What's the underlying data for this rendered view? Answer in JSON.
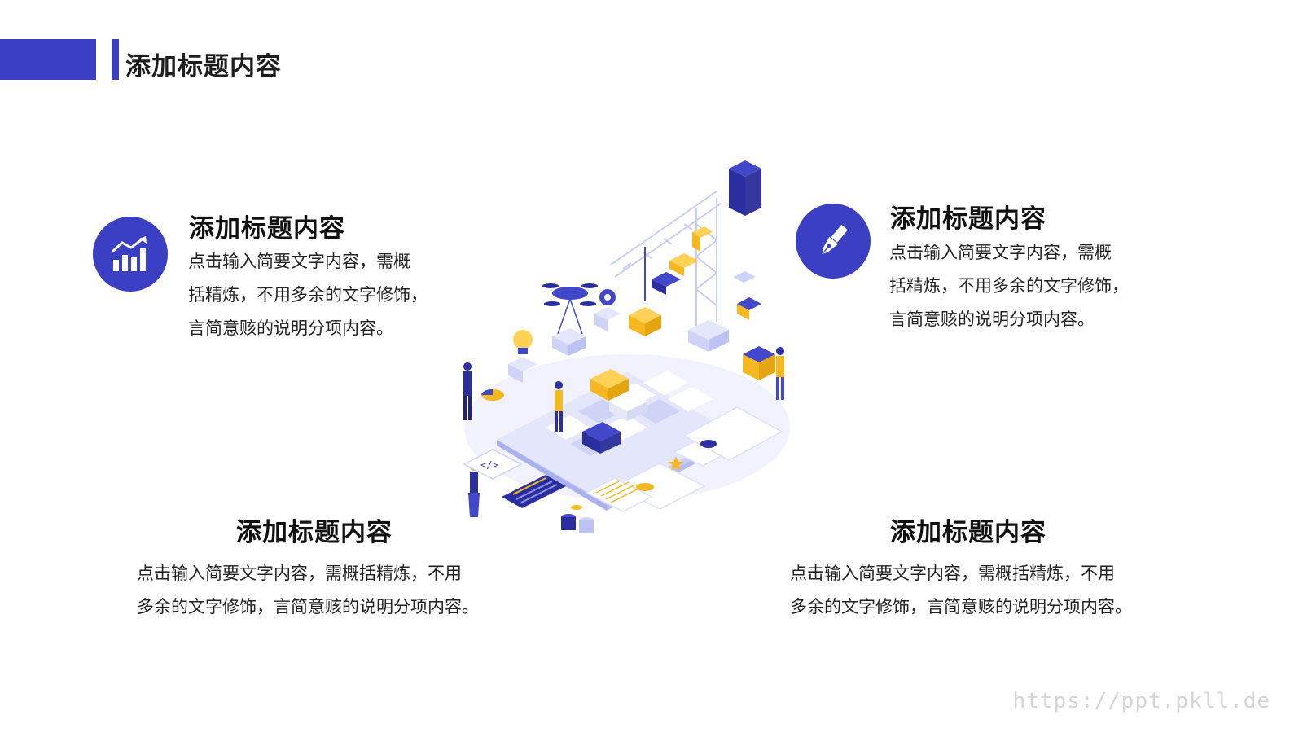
{
  "header": {
    "title": "添加标题内容"
  },
  "blocks": [
    {
      "title": "添加标题内容",
      "lines": [
        "点击输入简要文字内容，需概",
        "括精炼，不用多余的文字修饰，",
        "言简意赅的说明分项内容。"
      ],
      "icon": "bar-chart-trend-icon"
    },
    {
      "title": "添加标题内容",
      "lines": [
        "点击输入简要文字内容，需概",
        "括精炼，不用多余的文字修饰，",
        "言简意赅的说明分项内容。"
      ],
      "icon": "pen-nib-icon"
    },
    {
      "title": "添加标题内容",
      "lines": [
        "点击输入简要文字内容，需概括精炼，不用",
        "多余的文字修饰，言简意赅的说明分项内容。"
      ]
    },
    {
      "title": "添加标题内容",
      "lines": [
        "点击输入简要文字内容，需概括精炼，不用",
        "多余的文字修饰，言简意赅的说明分项内容。"
      ]
    }
  ],
  "watermark": "https://ppt.pkll.de",
  "colors": {
    "accent": "#3b3fc4",
    "highlight": "#f5b820",
    "light": "#dde1fb"
  }
}
